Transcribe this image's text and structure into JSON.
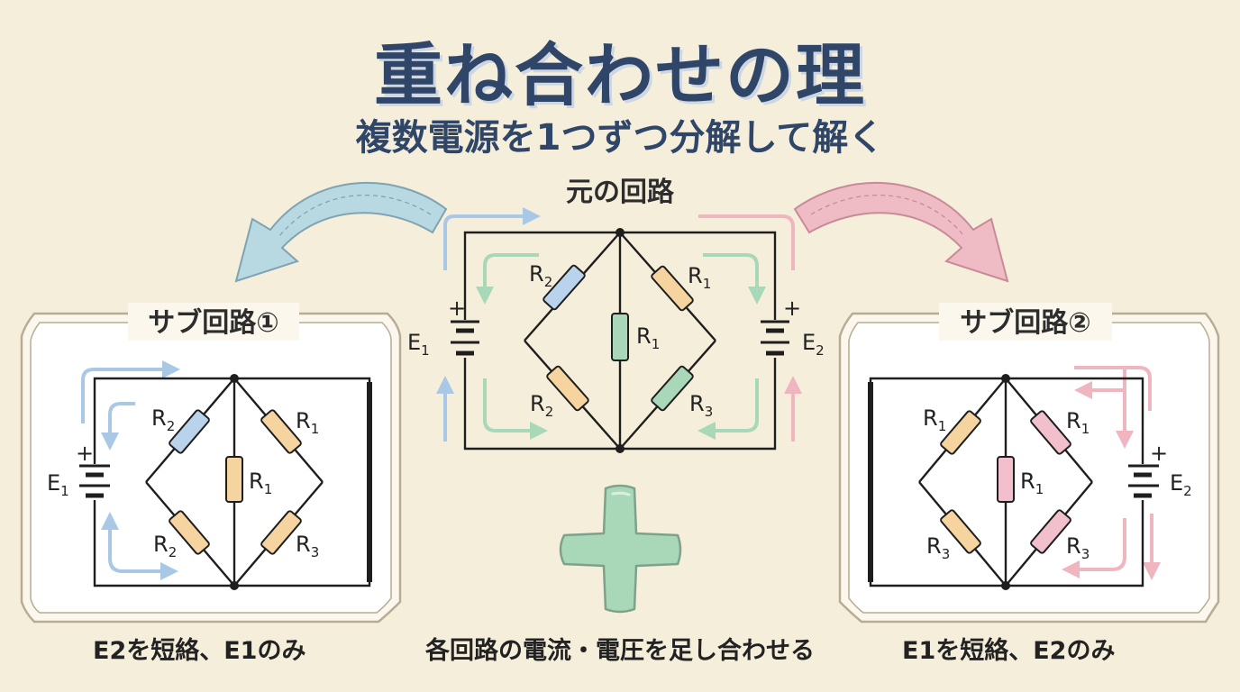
{
  "title": "重ね合わせの理",
  "subtitle": "複数電源を1つずつ分解して解く",
  "original": {
    "heading": "元の回路",
    "left_source": {
      "name": "E",
      "sub": "1",
      "sign": "+"
    },
    "right_source": {
      "name": "E",
      "sub": "2",
      "sign": "+"
    },
    "upper_left": {
      "name": "R",
      "sub": "2"
    },
    "lower_left": {
      "name": "R",
      "sub": "2"
    },
    "middle": {
      "name": "R",
      "sub": "1"
    },
    "upper_right": {
      "name": "R",
      "sub": "1"
    },
    "lower_right": {
      "name": "R",
      "sub": "3"
    }
  },
  "sub1": {
    "heading": "サブ回路①",
    "source": {
      "name": "E",
      "sub": "1",
      "sign": "+"
    },
    "upper_left": {
      "name": "R",
      "sub": "2"
    },
    "lower_left": {
      "name": "R",
      "sub": "2"
    },
    "middle": {
      "name": "R",
      "sub": "1"
    },
    "upper_right": {
      "name": "R",
      "sub": "1"
    },
    "lower_right": {
      "name": "R",
      "sub": "3"
    },
    "caption": "E2を短絡、E1のみ"
  },
  "sub2": {
    "heading": "サブ回路②",
    "source": {
      "name": "E",
      "sub": "2",
      "sign": "+"
    },
    "upper_left": {
      "name": "R",
      "sub": "1"
    },
    "lower_left": {
      "name": "R",
      "sub": "3"
    },
    "middle": {
      "name": "R",
      "sub": "1"
    },
    "upper_right": {
      "name": "R",
      "sub": "1"
    },
    "lower_right": {
      "name": "R",
      "sub": "3"
    },
    "caption": "E1を短絡、E2のみ"
  },
  "center_caption": "各回路の電流・電圧を足し合わせる",
  "colors": {
    "title": "#2f4668",
    "background": "#f5eedb",
    "blue_current": "#a9c8e6",
    "green_current": "#a8d8b8",
    "pink_current": "#f0b6c0",
    "resistor_blue": "#b9d3ec",
    "resistor_orange": "#f6d4a0",
    "resistor_green": "#a8d8b8",
    "resistor_pink": "#f2c0cc",
    "plus_sign": "#a8d8b8"
  },
  "icons": [
    "curved-arrow-left-icon",
    "curved-arrow-right-icon",
    "plus-icon"
  ]
}
